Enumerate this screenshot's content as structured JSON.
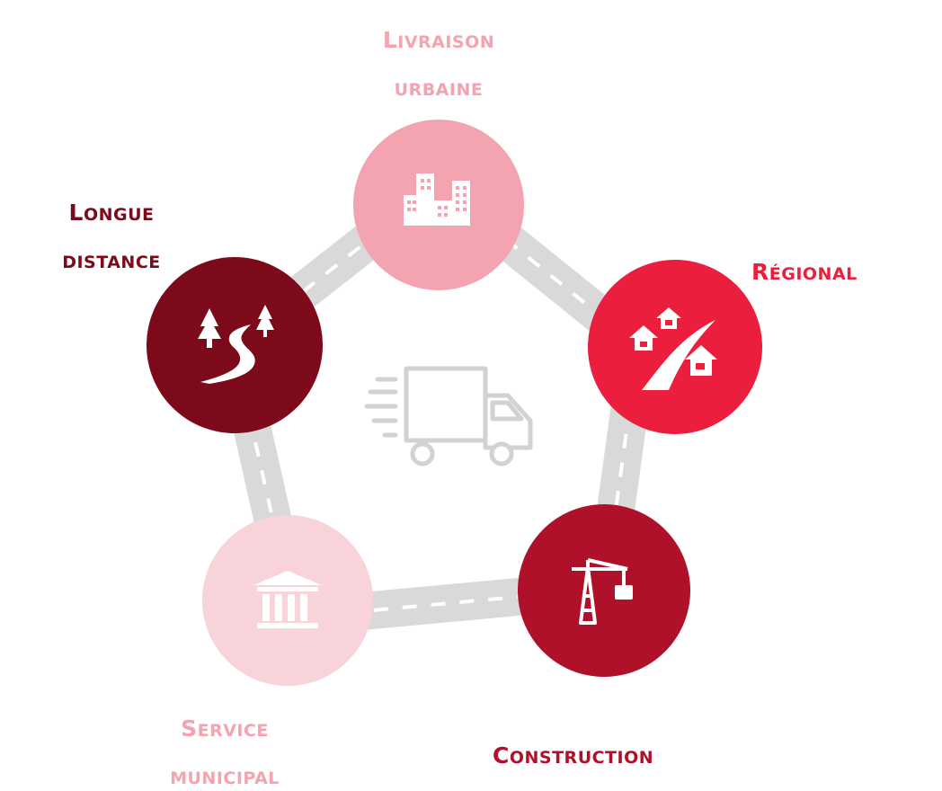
{
  "colors": {
    "road": "#d9d9d9",
    "road_dash": "#ffffff",
    "truck": "#d2d2d2",
    "urban": "#f4a3b1",
    "regional": "#ec1e3e",
    "construction": "#b0112a",
    "municipal": "#f8d3da",
    "long_distance": "#7c0a1a"
  },
  "nodes": [
    {
      "id": "urban",
      "label_first": "L",
      "label_rest": "ivraison",
      "label_line2": "urbaine",
      "icon": "buildings-icon"
    },
    {
      "id": "regional",
      "label_first": "R",
      "label_rest": "égional",
      "label_line2": "",
      "icon": "houses-road-icon"
    },
    {
      "id": "construction",
      "label_first": "C",
      "label_rest": "onstruction",
      "label_line2": "",
      "icon": "crane-icon"
    },
    {
      "id": "municipal",
      "label_first": "S",
      "label_rest": "ervice",
      "label_line2": "municipal",
      "icon": "townhall-icon"
    },
    {
      "id": "long_distance",
      "label_first": "L",
      "label_rest": "ongue",
      "label_line2": "distance",
      "icon": "winding-road-icon"
    }
  ],
  "center_icon": "delivery-truck-icon"
}
